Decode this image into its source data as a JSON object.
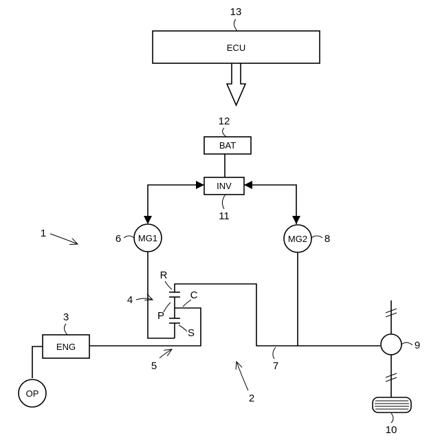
{
  "blocks": {
    "ecu": "ECU",
    "bat": "BAT",
    "inv": "INV",
    "mg1": "MG1",
    "mg2": "MG2",
    "eng": "ENG",
    "op": "OP"
  },
  "gear_labels": {
    "ring": "R",
    "carrier": "C",
    "pinion": "P",
    "sun": "S"
  },
  "reference_numerals": {
    "n1": "1",
    "n2": "2",
    "n3": "3",
    "n4": "4",
    "n5": "5",
    "n6": "6",
    "n7": "7",
    "n8": "8",
    "n9": "9",
    "n10": "10",
    "n11": "11",
    "n12": "12",
    "n13": "13"
  }
}
